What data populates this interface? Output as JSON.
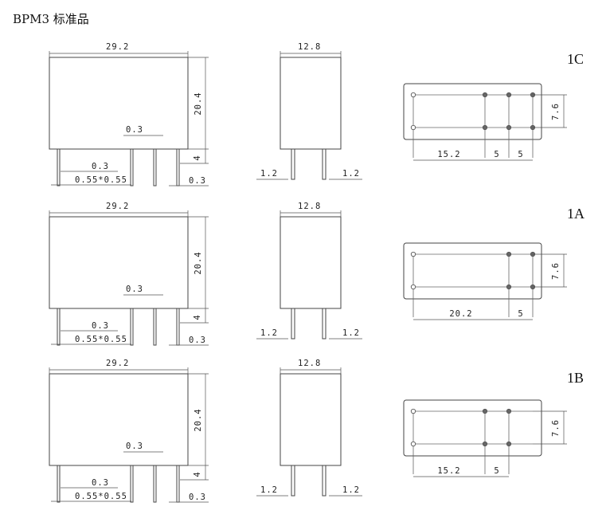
{
  "title": "BPM3 标准品",
  "dims": {
    "body_width": "29.2",
    "body_height": "20.4",
    "side_width": "12.8",
    "pin_offset": "0.3",
    "pin_section": "0.55*0.55",
    "pin_length": "4",
    "side_pin_gap": "1.2",
    "footprint_height": "7.6"
  },
  "variants": [
    {
      "name": "1C",
      "footprint_spacings": [
        "15.2",
        "5",
        "5"
      ]
    },
    {
      "name": "1A",
      "footprint_spacings": [
        "20.2",
        "5"
      ]
    },
    {
      "name": "1B",
      "footprint_spacings": [
        "15.2",
        "5"
      ]
    }
  ]
}
